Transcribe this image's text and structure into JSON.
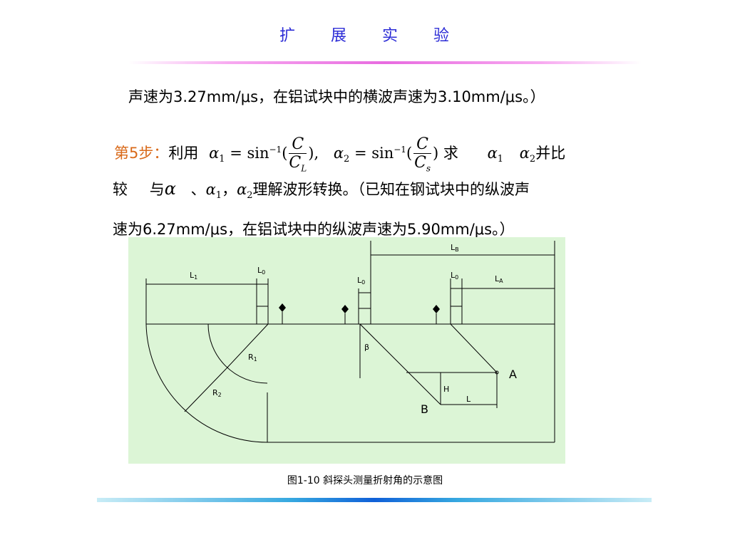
{
  "slide": {
    "title_chars": [
      "扩",
      "展",
      "实",
      "验"
    ],
    "line1": "声速为3.27mm/μs，在铝试块中的横波声速为3.10mm/μs。）",
    "step_label": "第5步：",
    "step_text": "利用",
    "formula1": {
      "lhs": "α",
      "lhs_sub": "1",
      "eq": " = sin",
      "sup": "−1",
      "num": "C",
      "den": "C",
      "den_sub": "L",
      "tail": "),"
    },
    "formula2": {
      "lhs": "α",
      "lhs_sub": "2",
      "eq": " = sin",
      "sup": "−1",
      "num": "C",
      "den": "C",
      "den_sub": "s",
      "tail": ")"
    },
    "seek": "求",
    "alpha1": "α",
    "alpha1_sub": "1",
    "alpha2": "α",
    "alpha2_sub": "2",
    "compare": "并比",
    "line3_a": "较",
    "line3_b": "与",
    "line3_alpha": "α",
    "line3_c": "、",
    "line3_d": "，",
    "line3_rest": "理解波形转换。（已知在钢试块中的纵波声",
    "line4": "速为6.27mm/μs，在铝试块中的纵波声速为5.90mm/μs。）",
    "caption": "图1-10   斜探头测量折射角的示意图"
  },
  "figure": {
    "labels": {
      "L1": "L",
      "L1_sub": "1",
      "L0": "L",
      "L0_sub": "0",
      "LB": "L",
      "LB_sub": "B",
      "LA": "L",
      "LA_sub": "A",
      "R1": "R",
      "R1_sub": "1",
      "R2": "R",
      "R2_sub": "2",
      "beta": "β",
      "H": "H",
      "L": "L",
      "A": "A",
      "B": "B"
    },
    "colors": {
      "background": "#dcf5d6",
      "stroke": "#000000"
    }
  }
}
